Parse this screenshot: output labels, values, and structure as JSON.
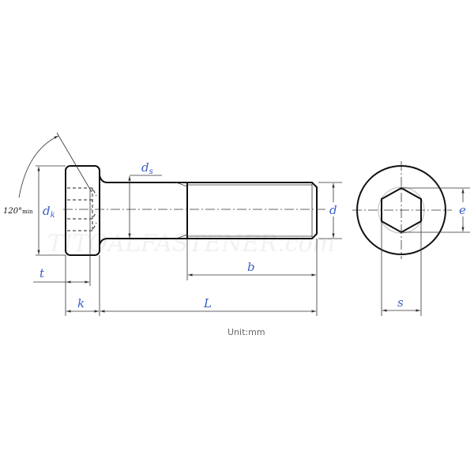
{
  "labels": {
    "dk": "d",
    "dk_sub": "k",
    "ds": "d",
    "ds_sub": "s",
    "d": "d",
    "e": "e",
    "s": "s",
    "t": "t",
    "k": "k",
    "L": "L",
    "b": "b",
    "angle": "120°",
    "angle_sub": "min"
  },
  "unit": "Unit:mm",
  "watermark": "TITOALFASTENER.com",
  "colors": {
    "label": "#3b5fc4",
    "line": "#111111"
  }
}
